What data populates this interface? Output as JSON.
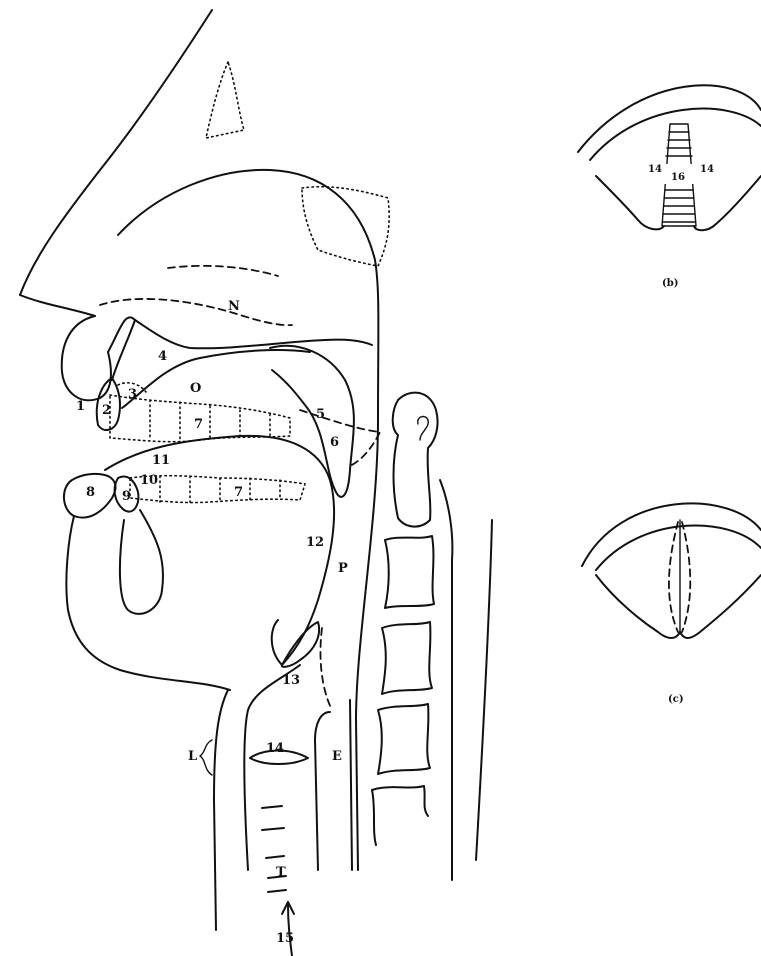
{
  "diagram": {
    "labels": {
      "N": "N",
      "O": "O",
      "P": "P",
      "E": "E",
      "L": "L",
      "T": "T",
      "n1": "1",
      "n2": "2",
      "n3": "3",
      "n4": "4",
      "n5": "5",
      "n6": "6",
      "n7a": "7",
      "n7b": "7",
      "n8": "8",
      "n9": "9",
      "n10": "10",
      "n11": "11",
      "n12": "12",
      "n13": "13",
      "n14": "14",
      "n15": "15"
    },
    "panel_b": {
      "caption": "(b)",
      "left": "14",
      "right": "14",
      "center": "16"
    },
    "panel_c": {
      "caption": "(c)"
    }
  }
}
